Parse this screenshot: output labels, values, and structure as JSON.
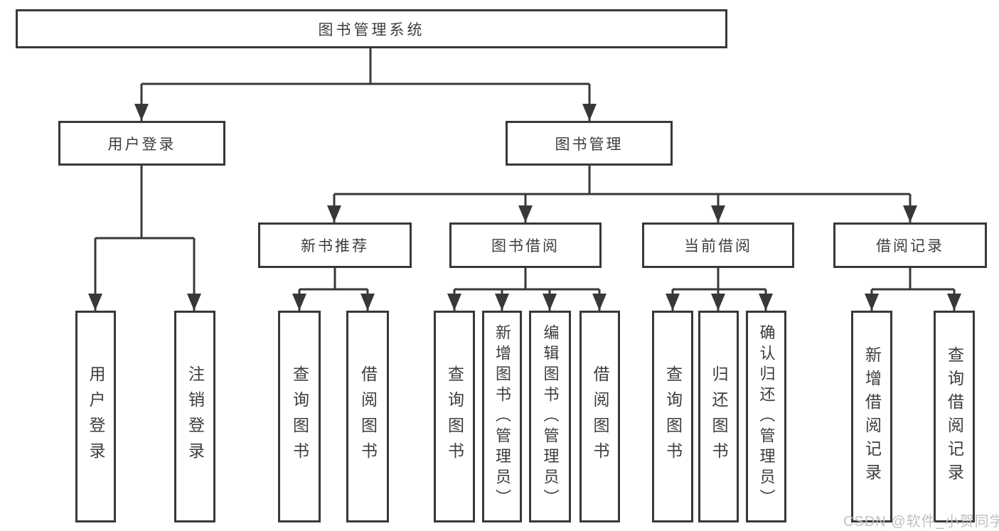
{
  "nodes": {
    "root": {
      "label": "图书管理系统"
    },
    "user_login": {
      "label": "用户登录"
    },
    "book_mgmt": {
      "label": "图书管理"
    },
    "new_books": {
      "label": "新书推荐"
    },
    "book_borrow": {
      "label": "图书借阅"
    },
    "current_borrow": {
      "label": "当前借阅"
    },
    "borrow_records": {
      "label": "借阅记录"
    },
    "user_login_children": [
      "用户登录",
      "注销登录"
    ],
    "new_books_children": [
      "查询图书",
      "借阅图书"
    ],
    "book_borrow_children": [
      "查询图书",
      "新增图书（管理员）",
      "编辑图书（管理员）",
      "借阅图书"
    ],
    "current_borrow_children": [
      "查询图书",
      "归还图书",
      "确认归还（管理员）"
    ],
    "borrow_records_children": [
      "新增借阅记录",
      "查询借阅记录"
    ]
  },
  "watermark": "CSDN @软件_小贺同学",
  "colors": {
    "line": "#383838",
    "text": "#3d3d3d",
    "background": "#ffffff",
    "watermark": "#c0c0c0"
  }
}
